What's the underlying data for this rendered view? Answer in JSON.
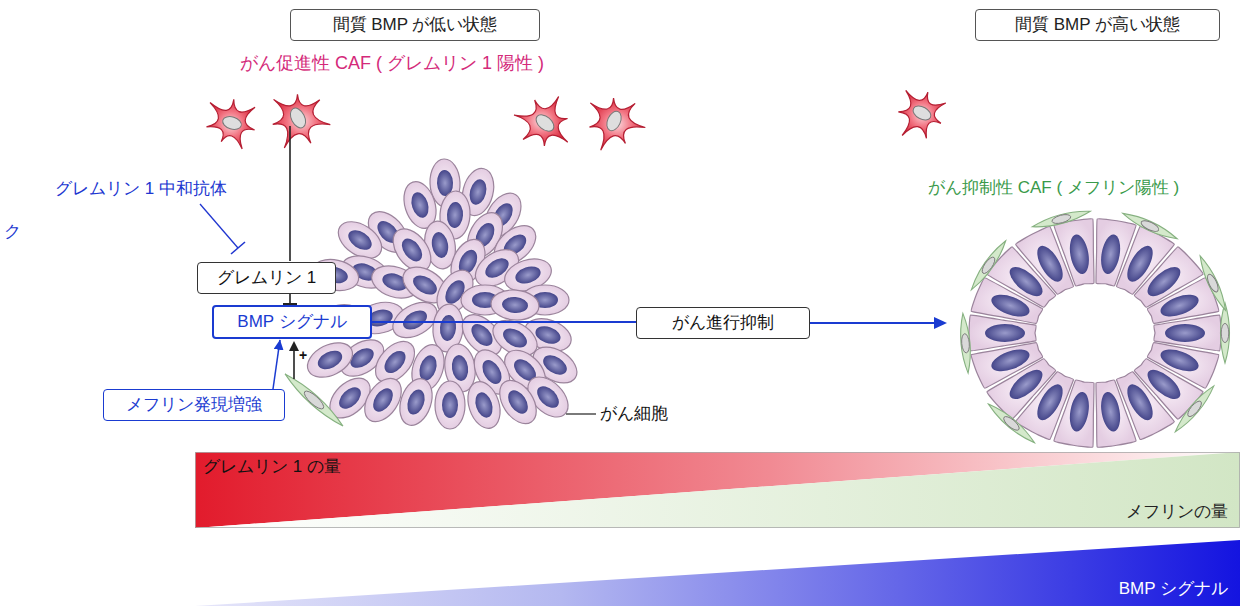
{
  "diagram": {
    "nodes": [
      {
        "text": [
          "間質 BMP が低い状態"
        ]
      },
      {
        "text": [
          "間質 BMP が高い状態"
        ]
      },
      {
        "text": [
          "グレムリン 1"
        ]
      },
      {
        "text": [
          "BMP シグナル"
        ]
      },
      {
        "text": [
          "がん進行抑制"
        ]
      },
      {
        "text": [
          "メフリン発現増強"
        ]
      },
      {
        "text": [
          "グレムリン 1 の量",
          "メフリンの量"
        ]
      },
      {
        "text": [
          "BMP シグナル"
        ]
      }
    ],
    "edges": [
      {
        "from": 2,
        "to": 3,
        "arrow": "to"
      },
      {
        "from": 5,
        "to": 3,
        "arrow": "to"
      },
      {
        "from": 3,
        "to": 4,
        "arrow": "none"
      }
    ],
    "labels": [
      "がん促進性 CAF ( グレムリン 1 陽性 )",
      "グレムリン 1 中和抗体",
      "ク",
      "がん抑制性 CAF ( メフリン陽性 )",
      "+",
      "がん細胞"
    ]
  }
}
